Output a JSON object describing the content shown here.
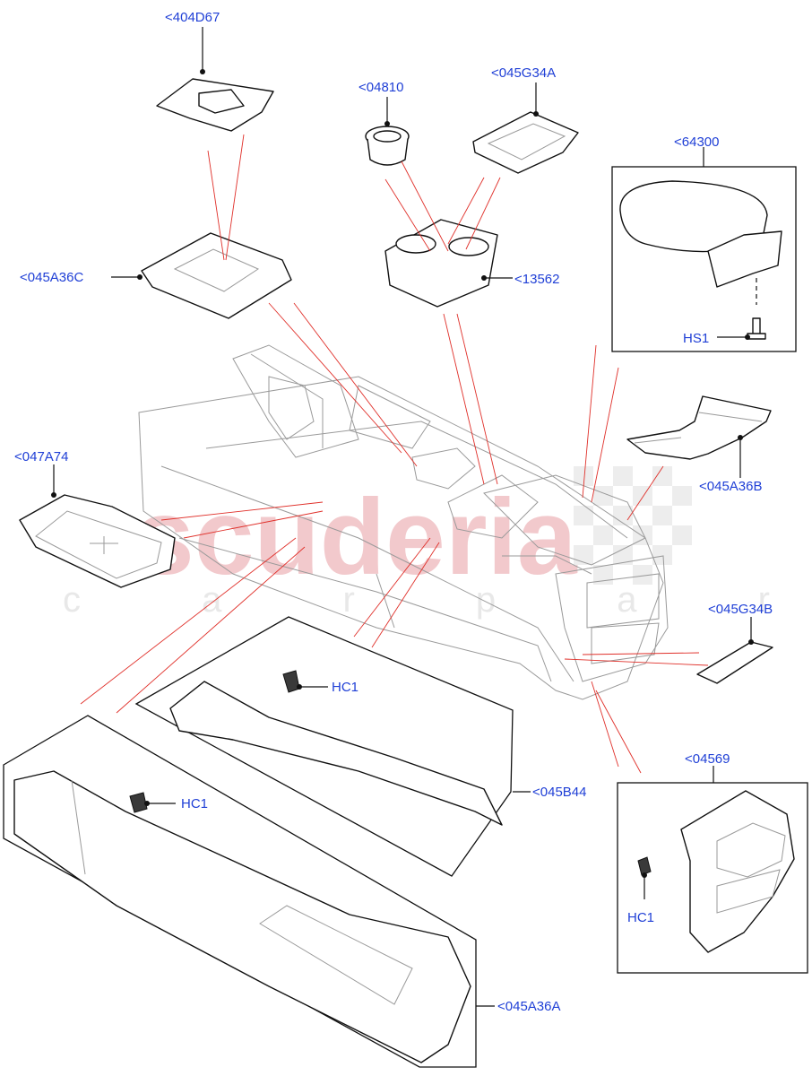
{
  "watermark": {
    "brand": "scuderia",
    "tagline": "c a r  p a r t s"
  },
  "labels": {
    "part_404D67": "<404D67",
    "part_04810": "<04810",
    "part_045G34A": "<045G34A",
    "part_64300": "<64300",
    "part_045A36C": "<045A36C",
    "part_13562": "<13562",
    "hs1": "HS1",
    "part_047A74": "<047A74",
    "part_045A36B": "<045A36B",
    "part_045G34B": "<045G34B",
    "hc1_upper": "HC1",
    "hc1_lower": "HC1",
    "hc1_rear": "HC1",
    "part_045B44": "<045B44",
    "part_04569": "<04569",
    "part_045A36A": "<045A36A"
  },
  "colors": {
    "callout": "#1f3fd6",
    "reference_line": "#e0302a",
    "outline": "#111111"
  }
}
